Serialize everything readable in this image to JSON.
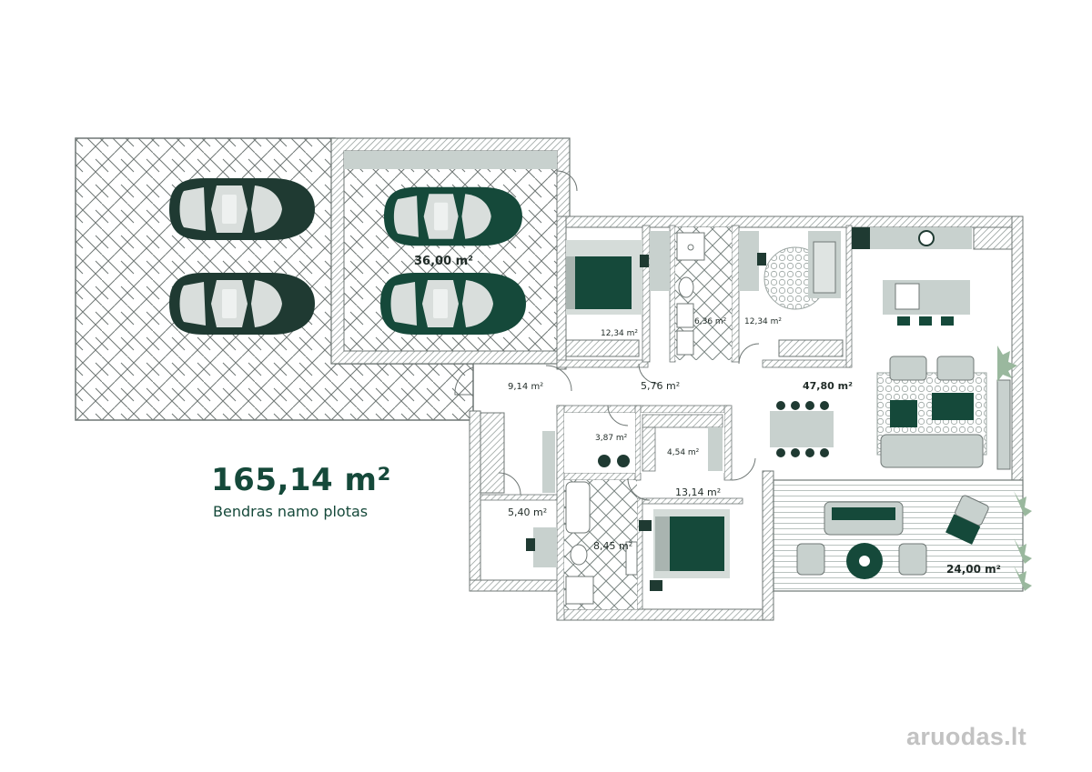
{
  "summary": {
    "total_area": "165,14 m²",
    "total_caption": "Bendras namo plotas"
  },
  "rooms": {
    "garage": "36,00 m²",
    "bedroom_small": "12,34 m²",
    "bathroom_top": "6,36 m²",
    "study_top": "12,34 m²",
    "living_kitchen": "47,80 m²",
    "hall_entrance": "9,14 m²",
    "corridor": "5,76 m²",
    "laundry": "3,87 m²",
    "walk_in_closet": "4,54 m²",
    "bedroom_master": "13,14 m²",
    "office_bottom": "5,40 m²",
    "bathroom_bottom": "8,45 m²",
    "terrace": "24,00 m²"
  },
  "watermark": {
    "brand_text": "aruodas.lt"
  },
  "colors": {
    "accent_dark_green": "#15493a",
    "car_dark": "#1f3a32",
    "furniture_gray": "#bfc9c5",
    "wall_hatch": "#8a9592",
    "paving_line": "#6f7775"
  }
}
